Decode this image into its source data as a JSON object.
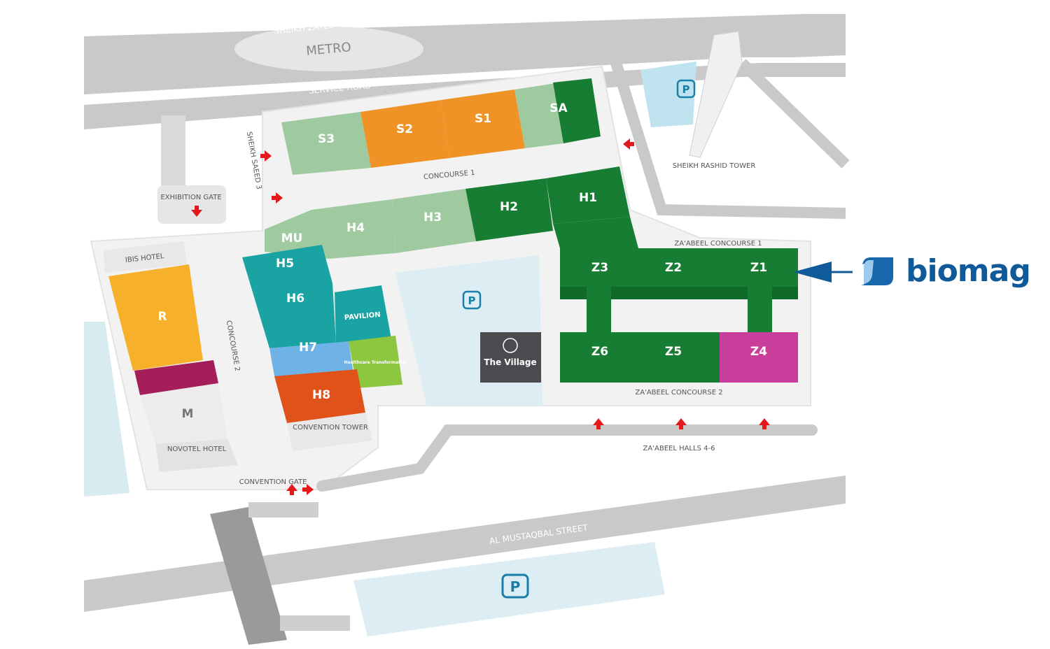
{
  "roads": {
    "sheikh_zayed": "SHEIKH ZAYED ROAD",
    "metro": "METRO",
    "service": "SERVICE ROAD",
    "sheikh_saeed": "SHEIKH SAEED 3",
    "al_mustaqbal": "AL MUSTAQBAL STREET",
    "zaabeel_halls": "ZA'ABEEL HALLS 4-6"
  },
  "places": {
    "exhibition_gate": "EXHIBITION GATE",
    "convention_gate": "CONVENTION GATE",
    "ibis": "IBIS HOTEL",
    "novotel": "NOVOTEL HOTEL",
    "tower": "SHEIKH RASHID TOWER",
    "convention_tower": "CONVENTION TOWER",
    "concourse1": "CONCOURSE 1",
    "concourse2": "CONCOURSE 2",
    "zconc1": "ZA'ABEEL CONCOURSE 1",
    "zconc2": "ZA'ABEEL CONCOURSE 2",
    "village": "The Village",
    "parking": "P"
  },
  "halls": {
    "S3": "S3",
    "S2": "S2",
    "S1": "S1",
    "SA": "SA",
    "H1": "H1",
    "H2": "H2",
    "H3": "H3",
    "H4": "H4",
    "MU": "MU",
    "H5": "H5",
    "H6": "H6",
    "H7": "H7",
    "H8": "H8",
    "pavilion": "PAVILION",
    "healthcare": "Healthcare Transformation",
    "R": "R",
    "M": "M",
    "Z1": "Z1",
    "Z2": "Z2",
    "Z3": "Z3",
    "Z4": "Z4",
    "Z5": "Z5",
    "Z6": "Z6"
  },
  "exhibitor": {
    "name": "biomag",
    "hall": "Z1",
    "color": "#0f5a98"
  }
}
